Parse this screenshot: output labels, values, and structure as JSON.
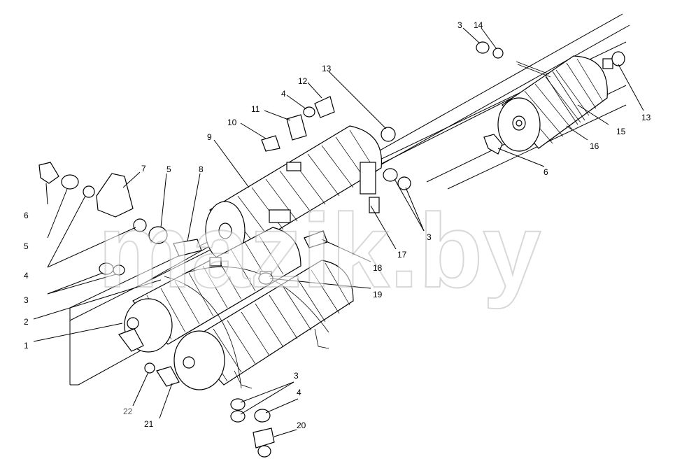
{
  "watermark": "mazik.by",
  "callouts": [
    "1",
    "2",
    "3",
    "4",
    "5",
    "6",
    "7",
    "8",
    "9",
    "10",
    "11",
    "12",
    "13",
    "14",
    "15",
    "16",
    "17",
    "18",
    "19",
    "20",
    "21",
    "22"
  ],
  "colors": {
    "line": "#000000",
    "background": "#ffffff",
    "watermark": "#b9b9b9"
  }
}
